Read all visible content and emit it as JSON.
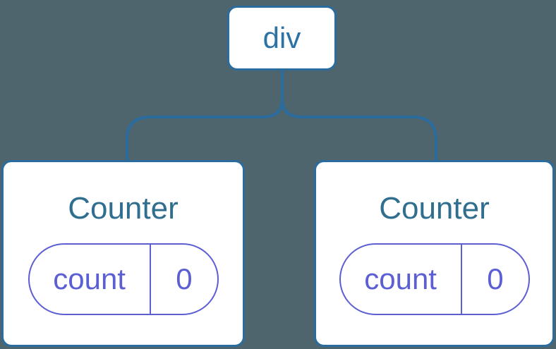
{
  "diagram": {
    "type": "component-tree",
    "background": "#4E656E",
    "node_fill": "#FFFFFF",
    "node_border_color": "#2A6C9E",
    "connector_color": "#2A6C9E",
    "root_label_color": "#2C73A3",
    "component_label_color": "#306E8F",
    "state_pill_color": "#5C5FD4"
  },
  "tree": {
    "root": {
      "label": "div"
    },
    "children": [
      {
        "label": "Counter",
        "state": {
          "key": "count",
          "value": "0"
        }
      },
      {
        "label": "Counter",
        "state": {
          "key": "count",
          "value": "0"
        }
      }
    ]
  }
}
